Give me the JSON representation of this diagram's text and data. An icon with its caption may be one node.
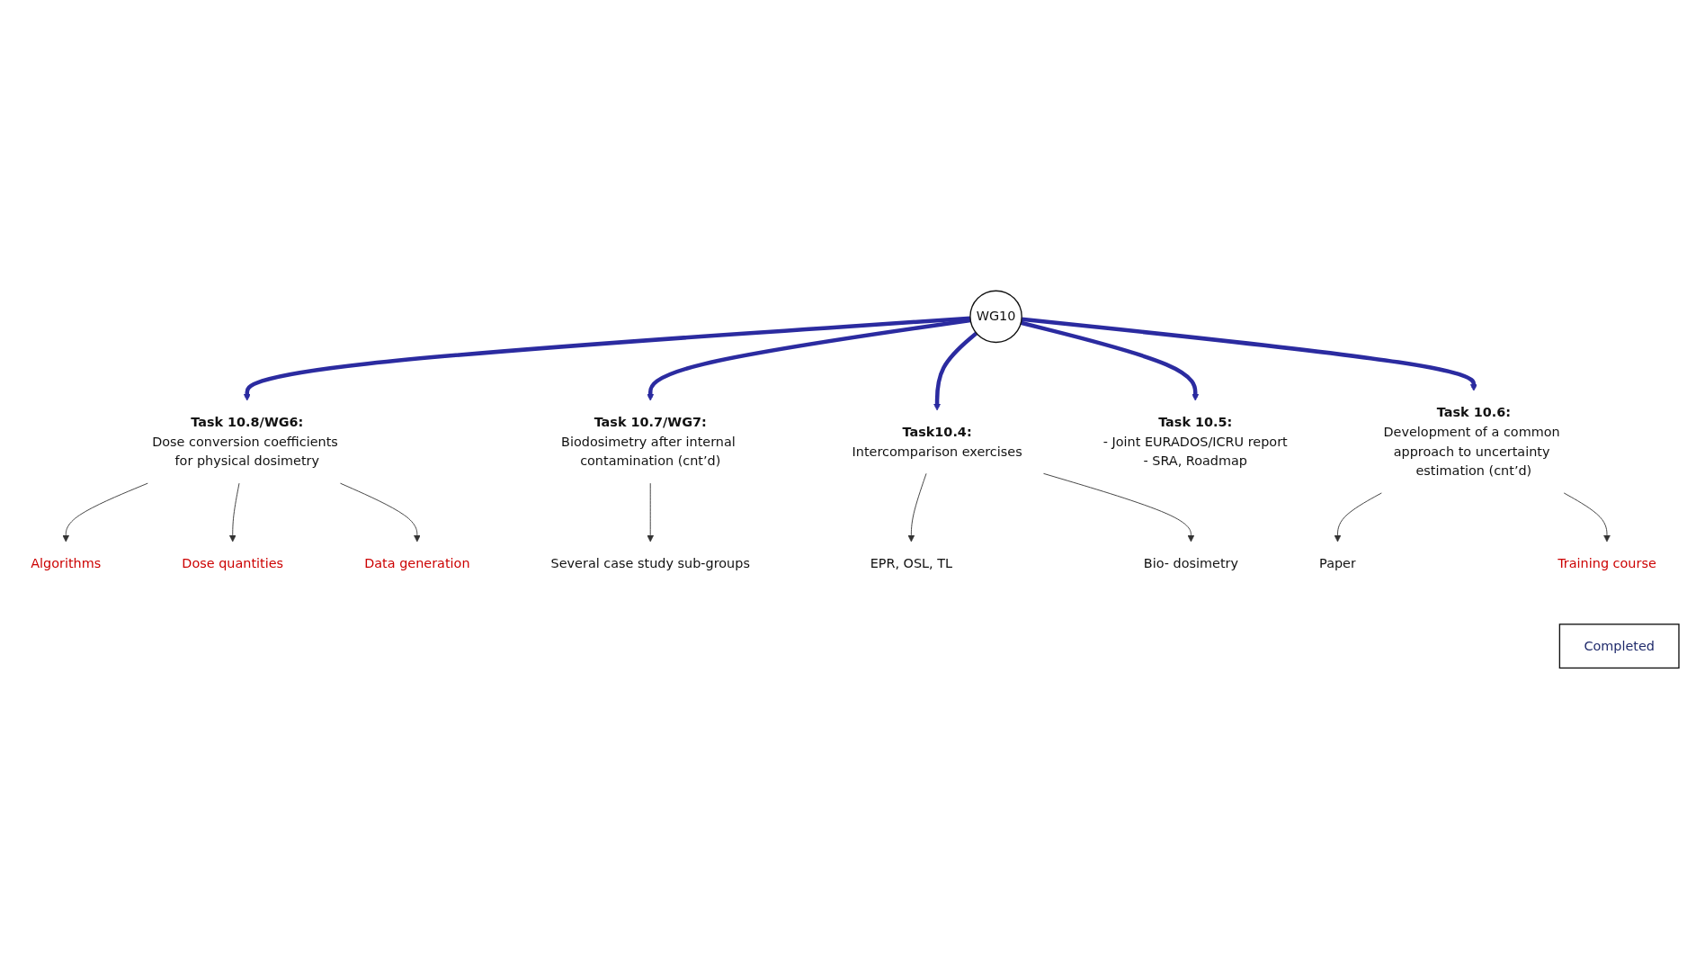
{
  "diagram": {
    "nodes": [
      {
        "text": [
          "WG10"
        ]
      },
      {
        "text": [
          "Task 10.8/WG6:",
          "Dose conversion coefficients for physical dosimetry"
        ]
      },
      {
        "text": [
          "Algorithms"
        ]
      },
      {
        "text": [
          "Dose quantities"
        ]
      },
      {
        "text": [
          "Data generation"
        ]
      },
      {
        "text": [
          "Task 10.7/WG7:",
          "Biodosimetry after internal contamination (cnt’d)"
        ]
      },
      {
        "text": [
          "Several case study sub-groups"
        ]
      },
      {
        "text": [
          "Task10.4:",
          "Intercomparison exercises"
        ]
      },
      {
        "text": [
          "EPR, OSL, TL"
        ]
      },
      {
        "text": [
          "Bio- dosimetry"
        ]
      },
      {
        "text": [
          "Task 10.5:",
          "- Joint EURADOS/ICRU report",
          "- SRA, Roadmap"
        ]
      },
      {
        "text": [
          "Task 10.6:",
          "Development of a common approach to uncertainty estimation (cnt’d)"
        ]
      },
      {
        "text": [
          "Paper"
        ]
      },
      {
        "text": [
          "Training course"
        ]
      },
      {
        "text": [
          "Completed"
        ]
      }
    ],
    "edges": [
      {
        "from": 0,
        "to": 1,
        "arrow": "to",
        "style": "thick",
        "color": "#2b2ba0"
      },
      {
        "from": 0,
        "to": 5,
        "arrow": "to",
        "style": "thick",
        "color": "#2b2ba0"
      },
      {
        "from": 0,
        "to": 7,
        "arrow": "to",
        "style": "thick",
        "color": "#2b2ba0"
      },
      {
        "from": 0,
        "to": 10,
        "arrow": "to",
        "style": "thick",
        "color": "#2b2ba0"
      },
      {
        "from": 0,
        "to": 11,
        "arrow": "to",
        "style": "thick",
        "color": "#2b2ba0"
      },
      {
        "from": 1,
        "to": 2,
        "arrow": "to"
      },
      {
        "from": 1,
        "to": 3,
        "arrow": "to"
      },
      {
        "from": 1,
        "to": 4,
        "arrow": "to"
      },
      {
        "from": 5,
        "to": 6,
        "arrow": "to"
      },
      {
        "from": 7,
        "to": 8,
        "arrow": "to"
      },
      {
        "from": 7,
        "to": 9,
        "arrow": "to"
      },
      {
        "from": 11,
        "to": 12,
        "arrow": "to"
      },
      {
        "from": 11,
        "to": 13,
        "arrow": "to"
      }
    ]
  }
}
